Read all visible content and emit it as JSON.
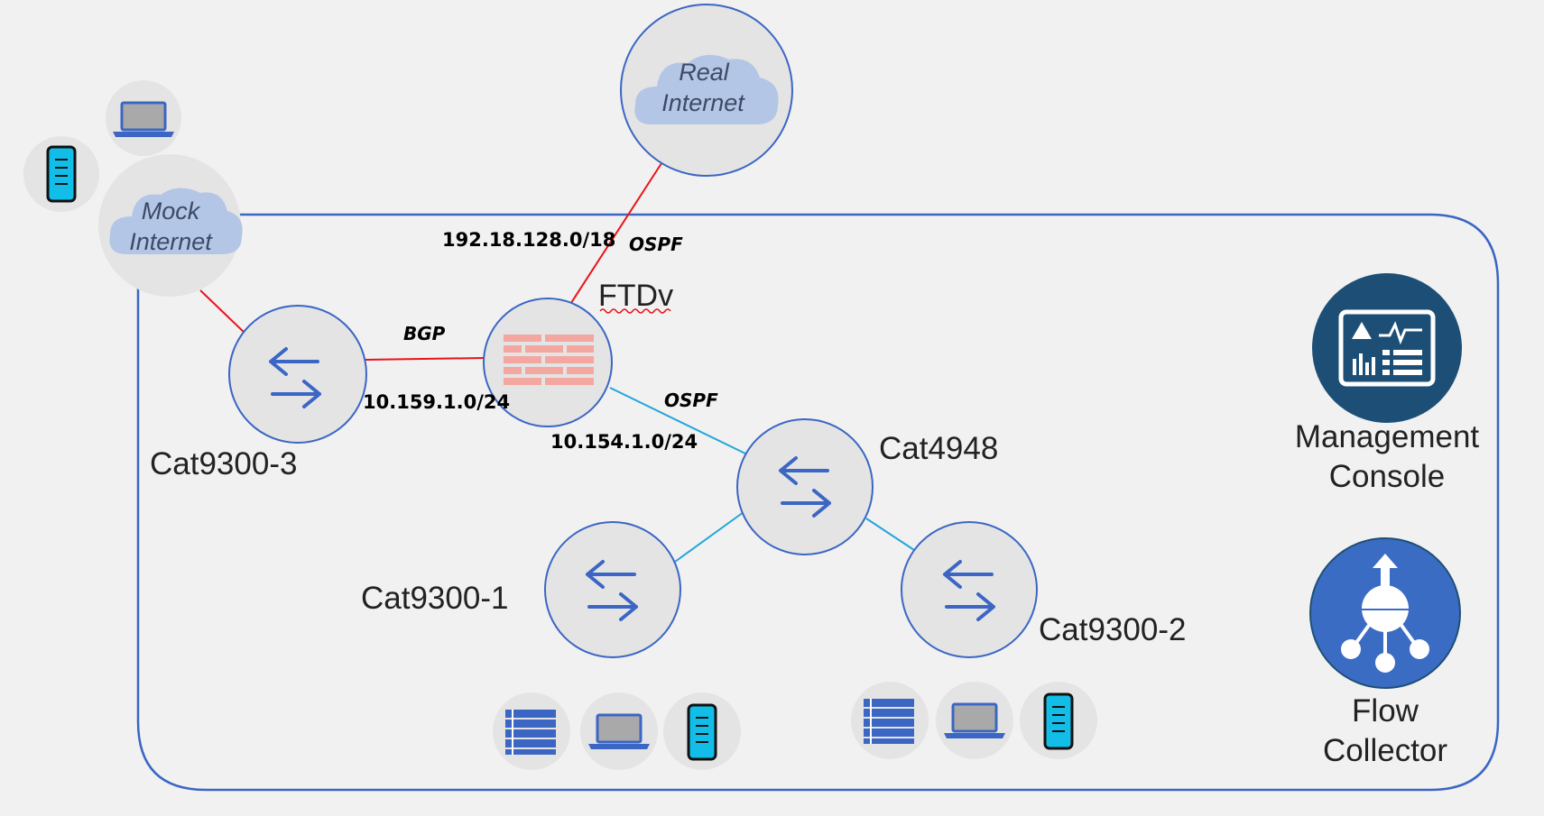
{
  "clouds": {
    "real_internet": {
      "line1": "Real",
      "line2": "Internet"
    },
    "mock_internet": {
      "line1": "Mock",
      "line2": "Internet"
    }
  },
  "nodes": {
    "ftdv": "FTDv",
    "cat9300_3": "Cat9300-3",
    "cat4948": "Cat4948",
    "cat9300_1": "Cat9300-1",
    "cat9300_2": "Cat9300-2"
  },
  "links": {
    "ftdv_internet_subnet": "192.18.128.0/18",
    "ftdv_internet_protocol": "OSPF",
    "cat9300_3_ftdv_protocol": "BGP",
    "cat9300_3_ftdv_subnet": "10.159.1.0/24",
    "ftdv_cat4948_protocol": "OSPF",
    "ftdv_cat4948_subnet": "10.154.1.0/24"
  },
  "services": {
    "management_console": {
      "line1": "Management",
      "line2": "Console"
    },
    "flow_collector": {
      "line1": "Flow",
      "line2": "Collector"
    }
  },
  "colors": {
    "node_fill": "#e4e4e4",
    "node_stroke": "#3b66c4",
    "wan_link": "#e8141b",
    "lan_link": "#22a6dc",
    "cloud": "#b3c6e6",
    "firewall": "#f4a6a0",
    "management_icon_bg": "#1d4f76",
    "flow_icon_bg": "#3b6cc4",
    "phone": "#12bde8"
  }
}
